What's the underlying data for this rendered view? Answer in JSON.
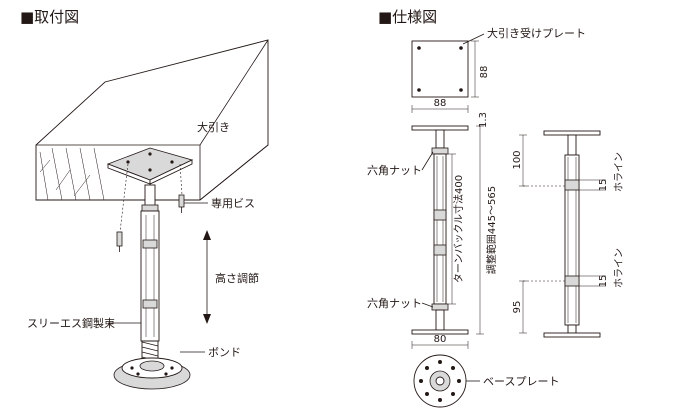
{
  "sections": {
    "mounting": "■取付図",
    "spec": "■仕様図"
  },
  "labels": {
    "beam": "大引き",
    "screw": "専用ビス",
    "height_adjust": "高さ調節",
    "steel_pipe": "スリーエス鋼製束",
    "bond": "ボンド",
    "beam_plate": "大引き受けプレート",
    "hex_nut_top": "六角ナット",
    "hex_nut_bottom": "六角ナット",
    "turnbuckle": "ターンバックル寸法400",
    "adjust_range": "調整範囲445～565",
    "base_plate": "ベースプレート",
    "ho_line_top": "ホライン",
    "ho_line_bottom": "ホライン"
  },
  "dimensions": {
    "plate_height": "88",
    "plate_width": "88",
    "plate_thickness": "1.3",
    "base_width": "80",
    "top_offset": "100",
    "top_marker": "15",
    "bottom_marker": "15",
    "bottom_offset": "95"
  }
}
